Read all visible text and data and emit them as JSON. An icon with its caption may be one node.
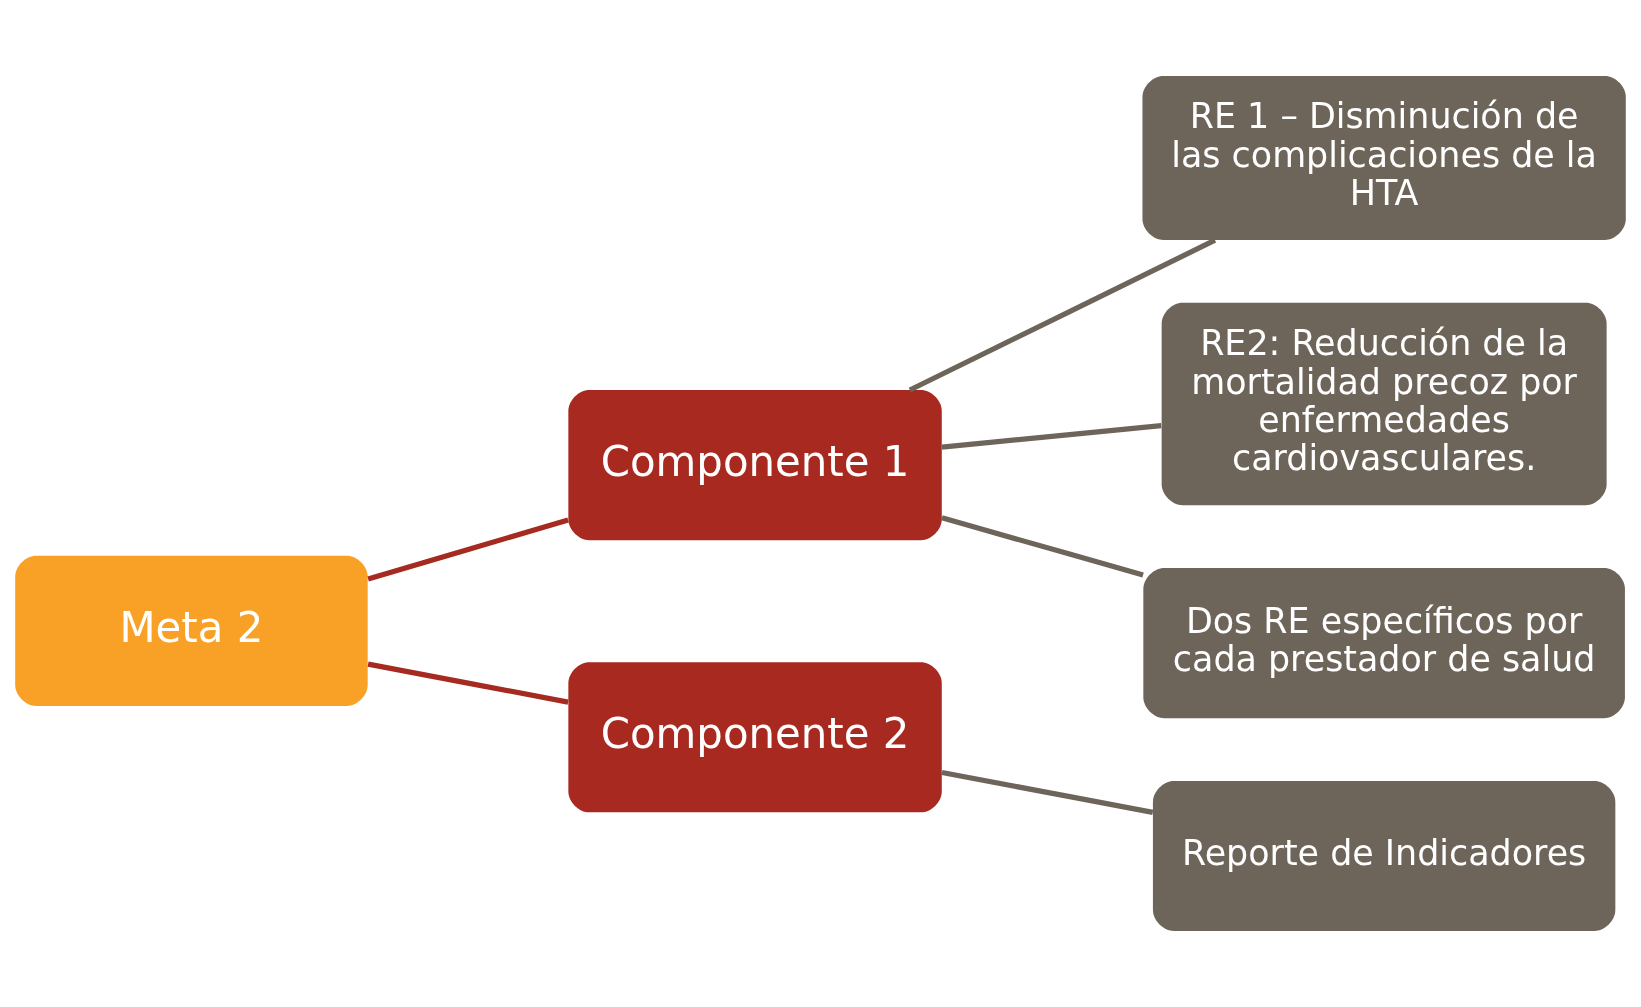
{
  "diagram": {
    "nodes": [
      {
        "text": [
          "Meta 2"
        ]
      },
      {
        "text": [
          "Componente 1"
        ]
      },
      {
        "text": [
          "Componente 2"
        ]
      },
      {
        "text": [
          "RE 1 – Disminución de las complicaciones de la HTA"
        ]
      },
      {
        "text": [
          "RE2: Reducción de la mortalidad precoz por enfermedades cardiovasculares."
        ]
      },
      {
        "text": [
          "Dos RE específicos por cada prestador de salud"
        ]
      },
      {
        "text": [
          "Reporte de Indicadores"
        ]
      }
    ],
    "edges": [
      {
        "from": 0,
        "to": 1,
        "arrow": "none",
        "color": "#a52a1f"
      },
      {
        "from": 0,
        "to": 2,
        "arrow": "none",
        "color": "#a52a1f"
      },
      {
        "from": 1,
        "to": 3,
        "arrow": "none"
      },
      {
        "from": 1,
        "to": 4,
        "arrow": "none"
      },
      {
        "from": 1,
        "to": 5,
        "arrow": "none"
      },
      {
        "from": 2,
        "to": 6,
        "arrow": "none"
      }
    ]
  }
}
